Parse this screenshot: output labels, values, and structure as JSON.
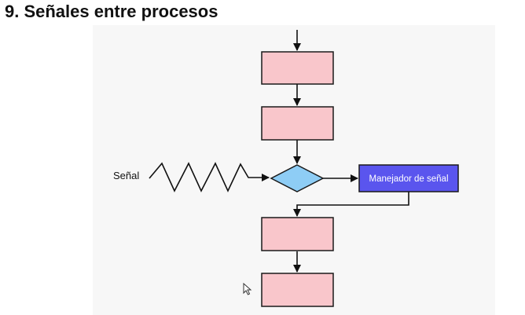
{
  "slide": {
    "title": "9. Señales entre procesos"
  },
  "diagram": {
    "signal_label": "Señal",
    "handler_label": "Manejador de señal",
    "colors": {
      "process_fill": "#f9c6cb",
      "process_stroke": "#1a1a1a",
      "decision_fill": "#8ecdf5",
      "handler_fill": "#5a55ee",
      "handler_text": "#ffffff",
      "panel_background": "#f7f7f7"
    }
  }
}
